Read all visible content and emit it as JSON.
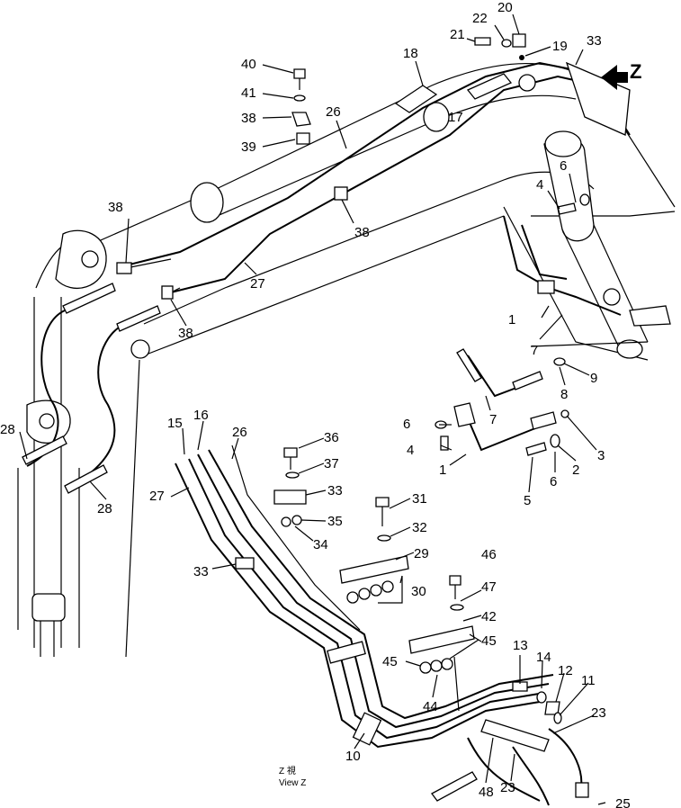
{
  "view_title": "Z",
  "view_caption_line1": "Z 視",
  "view_caption_line2": "View Z",
  "labels": {
    "p1a": "1",
    "p1b": "1",
    "p2": "2",
    "p3": "3",
    "p4a": "4",
    "p4b": "4",
    "p5": "5",
    "p6a": "6",
    "p6b": "6",
    "p6c": "6",
    "p7a": "7",
    "p7b": "7",
    "p8": "8",
    "p9": "9",
    "p10": "10",
    "p11": "11",
    "p12": "12",
    "p13": "13",
    "p14": "14",
    "p15": "15",
    "p16": "16",
    "p17": "17",
    "p18": "18",
    "p19": "19",
    "p20": "20",
    "p21": "21",
    "p22": "22",
    "p23a": "23",
    "p23b": "23",
    "p25": "25",
    "p26a": "26",
    "p26b": "26",
    "p27a": "27",
    "p27b": "27",
    "p28a": "28",
    "p28b": "28",
    "p29": "29",
    "p30": "30",
    "p31": "31",
    "p32": "32",
    "p33a": "33",
    "p33b": "33",
    "p33c": "33",
    "p34": "34",
    "p35": "35",
    "p36": "36",
    "p37": "37",
    "p38a": "38",
    "p38b": "38",
    "p38c": "38",
    "p38d": "38",
    "p39": "39",
    "p40": "40",
    "p41": "41",
    "p42": "42",
    "p44": "44",
    "p45a": "45",
    "p45b": "45",
    "p46": "46",
    "p47": "47",
    "p48": "48"
  }
}
